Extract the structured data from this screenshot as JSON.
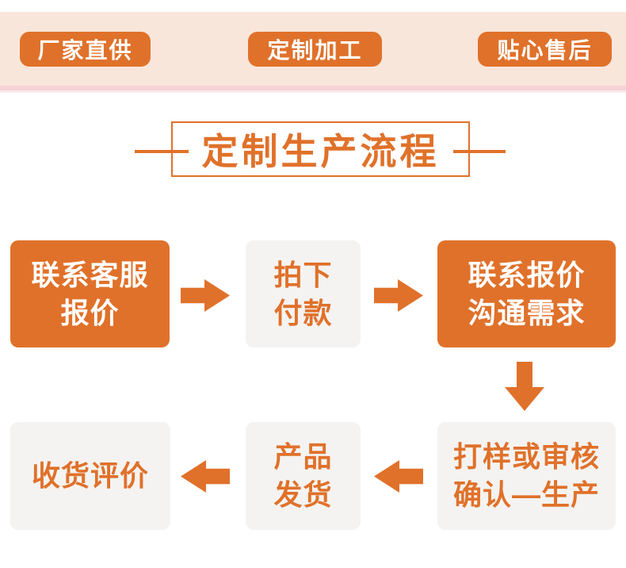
{
  "banner": {
    "badges": [
      {
        "label": "厂家直供"
      },
      {
        "label": "定制加工"
      },
      {
        "label": "贴心售后"
      }
    ]
  },
  "title": {
    "text": "定制生产流程"
  },
  "flow": {
    "steps": [
      {
        "name": "contact-service-quote",
        "variant": "orange",
        "lines": [
          "联系客服",
          "报价"
        ]
      },
      {
        "name": "place-order-pay",
        "variant": "gray",
        "lines": [
          "拍下",
          "付款"
        ]
      },
      {
        "name": "contact-quote-needs",
        "variant": "orange",
        "lines": [
          "联系报价",
          "沟通需求"
        ]
      },
      {
        "name": "sample-review-produce",
        "variant": "gray",
        "lines": [
          "打样或审核",
          "确认—生产"
        ]
      },
      {
        "name": "product-ship",
        "variant": "gray",
        "lines": [
          "产品",
          "发货"
        ]
      },
      {
        "name": "receive-review",
        "variant": "gray",
        "lines": [
          "收货评价"
        ]
      }
    ]
  },
  "colors": {
    "accent": "#e0712a",
    "banner_bg": "#f9e6da",
    "banner_strip": "#f6d3d6",
    "banner_strip_light": "#fceaec",
    "step_gray_bg": "#f4f3f1",
    "white": "#ffffff"
  }
}
